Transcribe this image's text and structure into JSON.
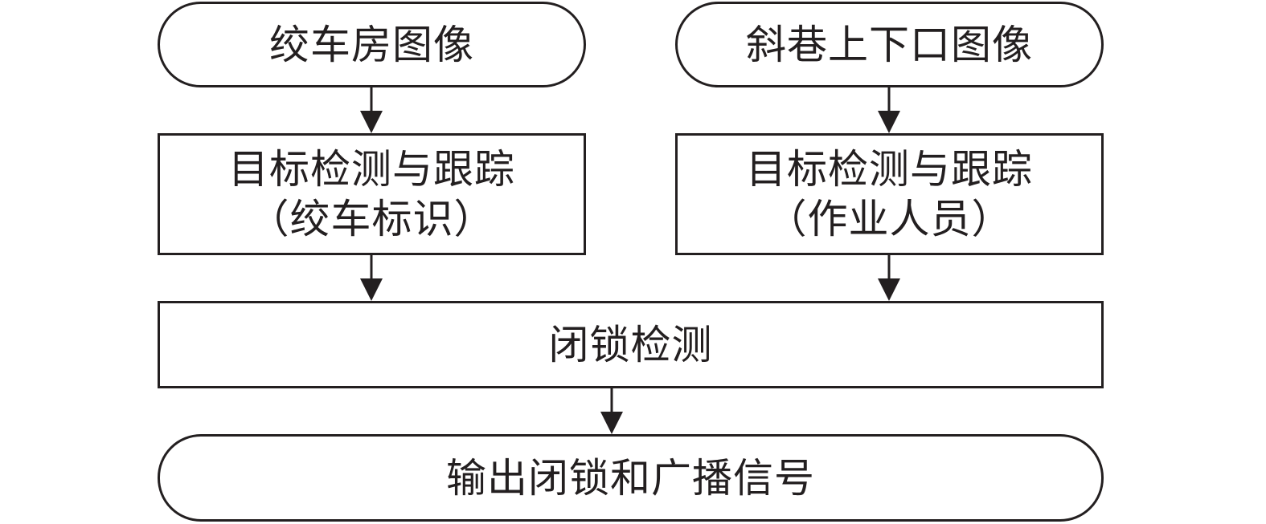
{
  "nodes": {
    "winch_room_image": "绞车房图像",
    "incline_portal_image": "斜巷上下口图像",
    "detect_track_winch": {
      "line1": "目标检测与跟踪",
      "line2": "（绞车标识）"
    },
    "detect_track_worker": {
      "line1": "目标检测与跟踪",
      "line2": "（作业人员）"
    },
    "lock_detection": "闭锁检测",
    "output_signal": "输出闭锁和广播信号"
  },
  "edges": [
    {
      "from": "winch_room_image",
      "to": "detect_track_winch"
    },
    {
      "from": "incline_portal_image",
      "to": "detect_track_worker"
    },
    {
      "from": "detect_track_winch",
      "to": "lock_detection"
    },
    {
      "from": "detect_track_worker",
      "to": "lock_detection"
    },
    {
      "from": "lock_detection",
      "to": "output_signal"
    }
  ]
}
